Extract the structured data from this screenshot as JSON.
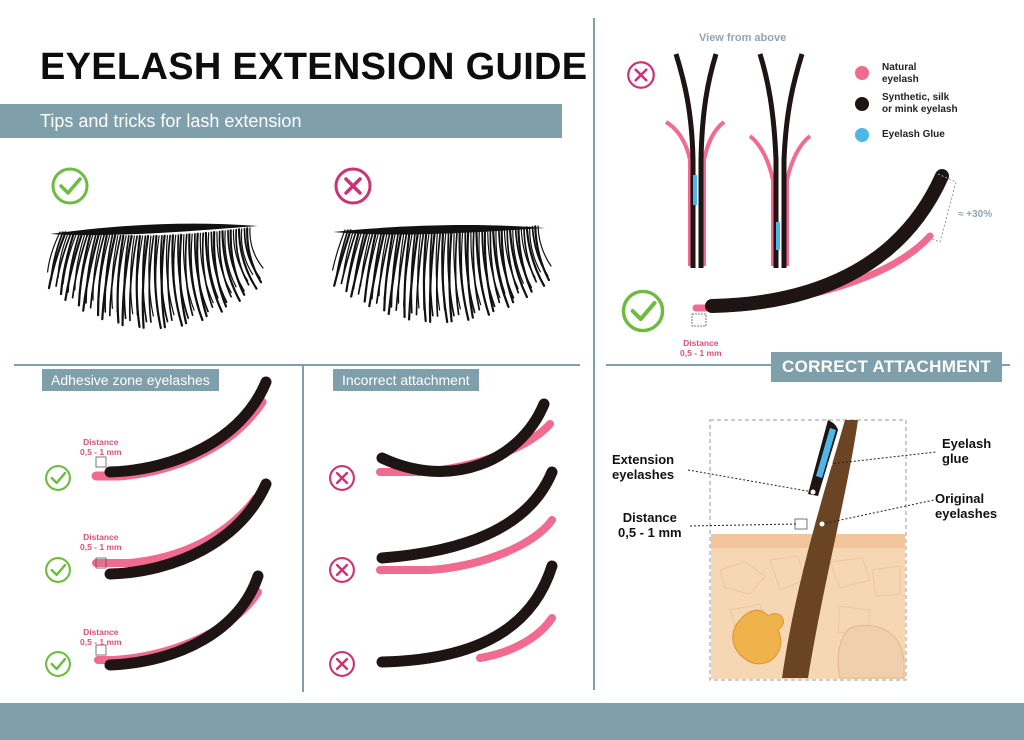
{
  "header": {
    "title": "EYELASH EXTENSION GUIDE",
    "subtitle": "Tips and tricks for lash extension"
  },
  "sections": {
    "adhesive": {
      "label": "Adhesive zone eyelashes"
    },
    "incorrect": {
      "label": "Incorrect attachment"
    },
    "correct": {
      "label": "CORRECT ATTACHMENT"
    }
  },
  "distance": {
    "word": "Distance",
    "range": "0,5 - 1 mm"
  },
  "view": {
    "label": "View from above",
    "growth": "≈ +30%"
  },
  "legend": [
    {
      "line1": "Natural",
      "line2": "eyelash",
      "color": "#f06b8f"
    },
    {
      "line1": "Synthetic, silk",
      "line2": "or mink eyelash",
      "color": "#1e1414"
    },
    {
      "line1": "Eyelash Glue",
      "line2": "",
      "color": "#4db8e8"
    }
  ],
  "anatomy": {
    "extension": {
      "line1": "Extension",
      "line2": "eyelashes"
    },
    "glue": {
      "line1": "Eyelash",
      "line2": "glue"
    },
    "original": {
      "line1": "Original",
      "line2": "eyelashes"
    },
    "distance": {
      "line1": "Distance",
      "line2": "0,5 - 1 mm"
    }
  },
  "icons": {
    "correct": "check-circle-icon",
    "incorrect": "cross-circle-icon"
  },
  "colors": {
    "accent": "#7f9fab",
    "check": "#6dbb3f",
    "cross": "#cc3377",
    "pink": "#f06b8f",
    "lash": "#1e1414",
    "glue": "#4db8e8",
    "pink_text": "#d9527a",
    "skin": "#f6d7b4",
    "hair": "#6b4423"
  }
}
